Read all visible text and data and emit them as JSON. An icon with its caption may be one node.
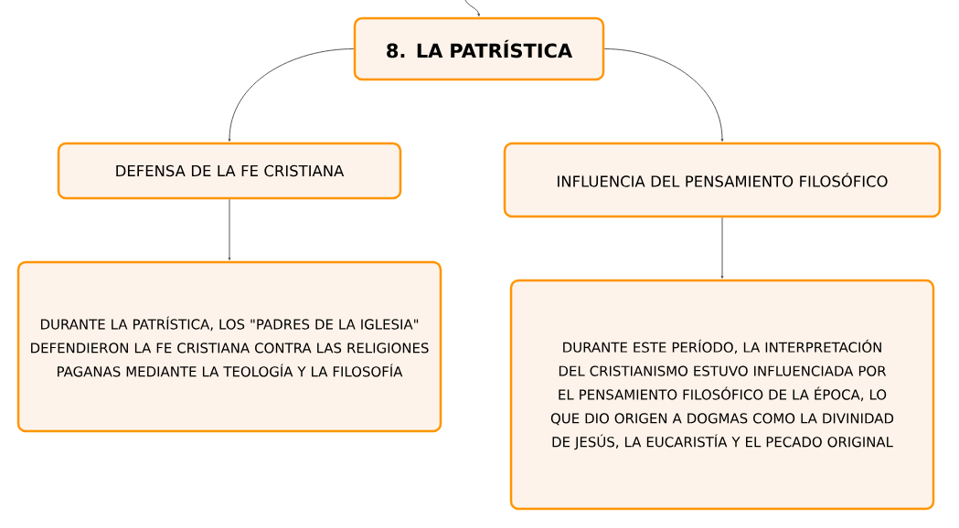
{
  "diagram": {
    "nodes": [
      {
        "text": [
          "8. LA PATRÍSTICA"
        ]
      },
      {
        "text": [
          "DEFENSA DE LA FE CRISTIANA"
        ]
      },
      {
        "text": [
          "INFLUENCIA DEL PENSAMIENTO FILOSÓFICO"
        ]
      },
      {
        "text": [
          "DURANTE LA PATRÍSTICA, LOS \"PADRES DE LA IGLESIA\" DEFENDIERON LA FE CRISTIANA CONTRA LAS RELIGIONES PAGANAS MEDIANTE LA TEOLOGÍA Y LA FILOSOFÍA"
        ]
      },
      {
        "text": [
          "DURANTE ESTE PERÍODO, LA INTERPRETACIÓN DEL CRISTIANISMO ESTUVO INFLUENCIADA POR EL PENSAMIENTO FILOSÓFICO DE LA ÉPOCA, LO QUE DIO ORIGEN A DOGMAS COMO LA DIVINIDAD DE JESÚS, LA EUCARISTÍA Y EL PECADO ORIGINAL"
        ]
      }
    ],
    "edges": [
      {
        "from": null,
        "to": 0,
        "arrow": "to"
      },
      {
        "from": 0,
        "to": 1,
        "arrow": "to"
      },
      {
        "from": 0,
        "to": 2,
        "arrow": "to"
      },
      {
        "from": 1,
        "to": 3,
        "arrow": "to"
      },
      {
        "from": 2,
        "to": 4,
        "arrow": "to"
      }
    ]
  }
}
